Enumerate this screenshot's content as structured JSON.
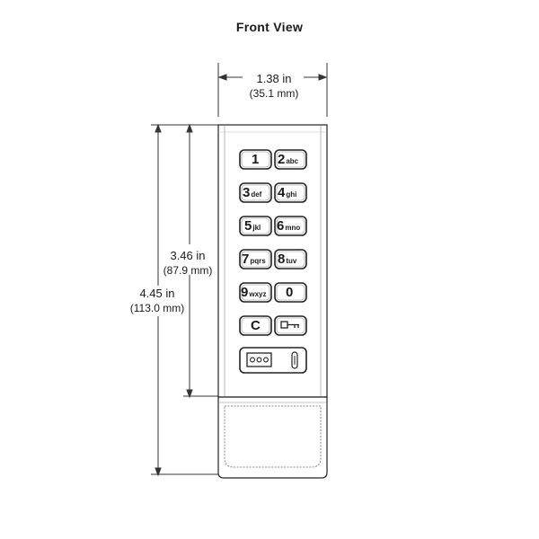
{
  "title": "Front View",
  "dimensions": {
    "width": {
      "imperial": "1.38 in",
      "metric": "(35.1 mm)"
    },
    "keypad_height": {
      "imperial": "3.46 in",
      "metric": "(87.9 mm)"
    },
    "overall_height": {
      "imperial": "4.45 in",
      "metric": "(113.0 mm)"
    }
  },
  "keys": [
    {
      "digit": "1",
      "letters": ""
    },
    {
      "digit": "2",
      "letters": "abc"
    },
    {
      "digit": "3",
      "letters": "def"
    },
    {
      "digit": "4",
      "letters": "ghi"
    },
    {
      "digit": "5",
      "letters": "jkl"
    },
    {
      "digit": "6",
      "letters": "mno"
    },
    {
      "digit": "7",
      "letters": "pqrs"
    },
    {
      "digit": "8",
      "letters": "tuv"
    },
    {
      "digit": "9",
      "letters": "wxyz"
    },
    {
      "digit": "0",
      "letters": ""
    },
    {
      "digit": "C",
      "letters": ""
    },
    {
      "icon": "key-icon"
    }
  ],
  "bottom_port": {
    "icon": "battery-contact-icon"
  }
}
